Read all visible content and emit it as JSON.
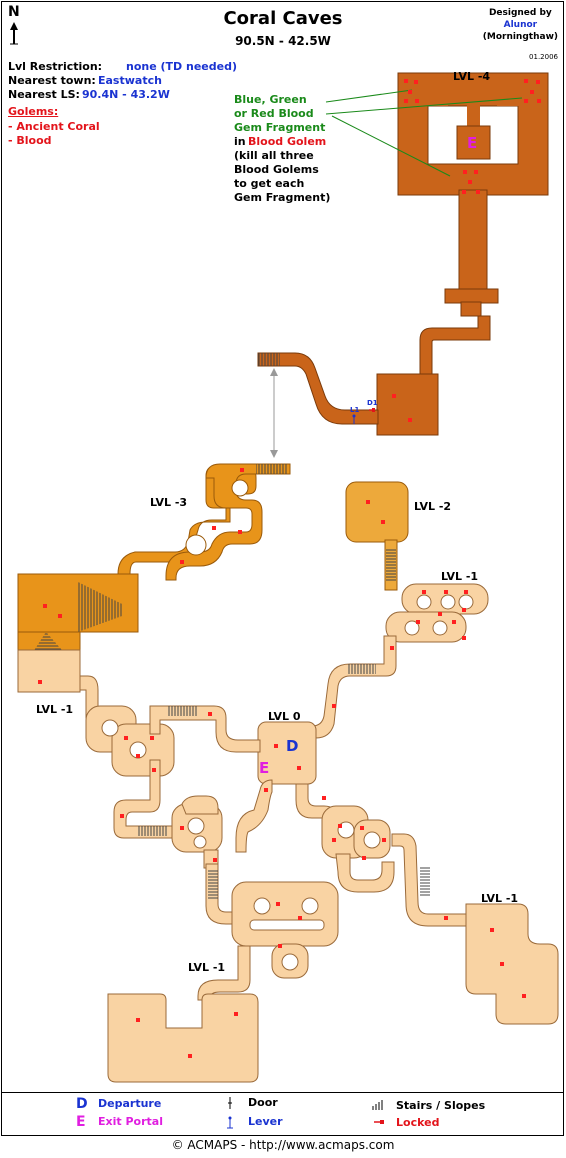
{
  "header": {
    "title": "Coral Caves",
    "coords": "90.5N - 42.5W",
    "designed_by_label": "Designed by",
    "designer": "Alunor",
    "server": "(Morningthaw)",
    "version": "01.2006",
    "north_label": "N"
  },
  "info": {
    "lvl_label": "Lvl Restriction:",
    "lvl_value": "none (TD needed)",
    "town_label": "Nearest town:",
    "town_value": "Eastwatch",
    "ls_label": "Nearest LS:",
    "ls_value": "90.4N - 43.2W",
    "golems_label": "Golems:",
    "golems": [
      "- Ancient Coral",
      "- Blood"
    ]
  },
  "note": {
    "line1": "Blue, Green",
    "line2": "or Red Blood",
    "line3": "Gem Fragment",
    "in_word": "in",
    "golem_name": "Blood Golem",
    "line5": "(kill all three",
    "line6": "Blood Golems",
    "line7": "to get each",
    "line8": "Gem Fragment)"
  },
  "levels": {
    "lvl_m4": "LVL -4",
    "lvl_m3": "LVL -3",
    "lvl_m2": "LVL -2",
    "lvl_m1_a": "LVL -1",
    "lvl_m1_b": "LVL -1",
    "lvl_m1_c": "LVL -1",
    "lvl_m1_d": "LVL -1",
    "lvl_0": "LVL 0"
  },
  "markers": {
    "departure": "D",
    "exit": "E",
    "exit_top": "E",
    "lever_label": "L1",
    "door_label": "D1"
  },
  "legend": {
    "departure_symbol": "D",
    "departure_label": "Departure",
    "exit_symbol": "E",
    "exit_label": "Exit Portal",
    "door_label": "Door",
    "lever_label": "Lever",
    "stairs_label": "Stairs / Slopes",
    "locked_label": "Locked"
  },
  "footer": {
    "copyright": "© ACMAPS - http://www.acmaps.com"
  },
  "colors": {
    "lvl0": "#f9d3a3",
    "lvl1": "#f9c98a",
    "lvl2": "#eda93b",
    "lvl3": "#e8941a",
    "lvl4": "#c9641a",
    "golem_dot": "#ff2020",
    "link": "#1a33d1",
    "golem_text": "#e3141b",
    "note_text": "#1a8a1a",
    "exit": "#e01ee0"
  }
}
